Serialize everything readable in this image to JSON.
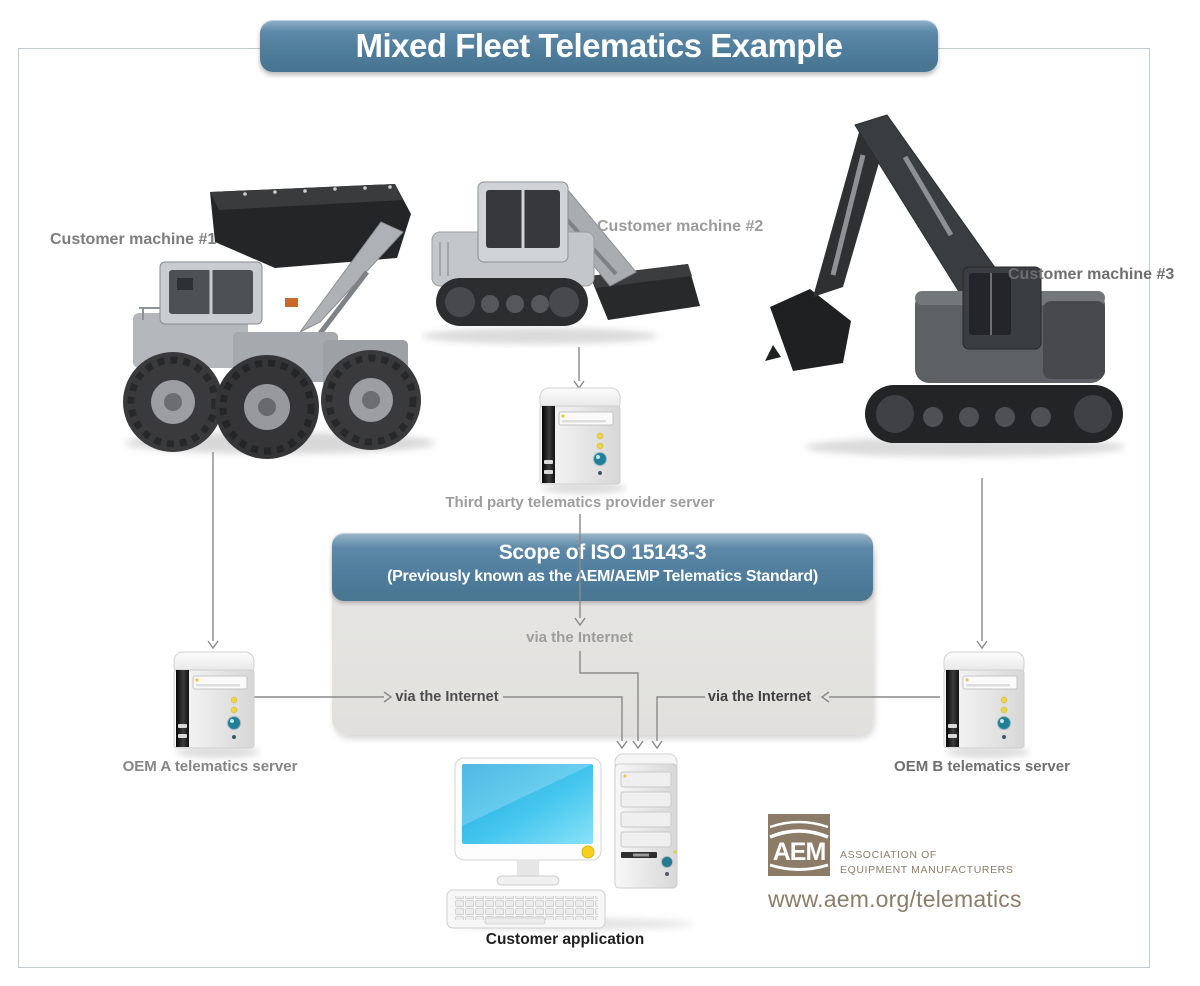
{
  "title": "Mixed Fleet Telematics Example",
  "colors": {
    "banner_blue": "#4e7c9c",
    "zone_gray": "#e4e3e0",
    "line_gray": "#8a8a8a",
    "aem_brown": "#8a7a66",
    "screen_cyan": "#2fbceb"
  },
  "machines": [
    {
      "label": "Customer machine #1"
    },
    {
      "label": "Customer machine #2"
    },
    {
      "label": "Customer machine #3"
    }
  ],
  "servers": {
    "third_party": {
      "label": "Third party telematics provider server"
    },
    "oem_a": {
      "label": "OEM A telematics server"
    },
    "oem_b": {
      "label": "OEM B telematics server"
    }
  },
  "scope": {
    "title": "Scope of ISO 15143-3",
    "subtitle": "(Previously known as the AEM/AEMP Telematics Standard)"
  },
  "connections": {
    "via_center": "via the Internet",
    "via_left": "via the Internet",
    "via_right": "via the Internet"
  },
  "customer_application": {
    "label": "Customer application"
  },
  "footer": {
    "logo_text": "AEM",
    "org_line1": "ASSOCIATION OF",
    "org_line2": "EQUIPMENT MANUFACTURERS",
    "url": "www.aem.org/telematics"
  }
}
